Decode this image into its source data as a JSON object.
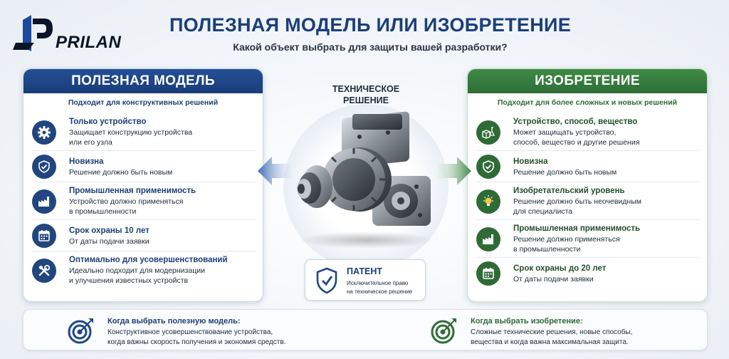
{
  "logo": {
    "word": "PRILAN",
    "brand_color": "#1b4a9c"
  },
  "header": {
    "title": "ПОЛЕЗНАЯ МОДЕЛЬ ИЛИ ИЗОБРЕТЕНИЕ",
    "subtitle": "Какой объект выбрать для защиты вашей разработки?"
  },
  "colors": {
    "blue": "#1f4787",
    "green": "#2f6e36"
  },
  "left_panel": {
    "title": "ПОЛЕЗНАЯ МОДЕЛЬ",
    "subtitle": "Подходит для конструктивных решений",
    "items": [
      {
        "icon": "gear-icon",
        "title": "Только устройство",
        "desc": [
          "Защищает конструкцию устройства",
          "или его узла"
        ]
      },
      {
        "icon": "shield-check-icon",
        "title": "Новизна",
        "desc": [
          "Решение должно быть новым"
        ]
      },
      {
        "icon": "factory-icon",
        "title": "Промышленная применимость",
        "desc": [
          "Устройство должно применяться",
          "в промышленности"
        ]
      },
      {
        "icon": "calendar-icon",
        "title": "Срок охраны 10 лет",
        "desc": [
          "От даты подачи заявки"
        ]
      },
      {
        "icon": "tools-icon",
        "title": "Оптимально для усовершенствований",
        "desc": [
          "Идеально подходит для модернизации",
          "и улучшения известных устройств"
        ]
      }
    ]
  },
  "right_panel": {
    "title": "ИЗОБРЕТЕНИЕ",
    "subtitle": "Подходит для более сложных и новых решений",
    "items": [
      {
        "icon": "flask-box-icon",
        "title": "Устройство, способ, вещество",
        "desc": [
          "Может защищать устройство,",
          "способ, вещество и другие решения"
        ]
      },
      {
        "icon": "check-circle-icon",
        "title": "Новизна",
        "desc": [
          "Решение должно быть новым"
        ]
      },
      {
        "icon": "lightbulb-icon",
        "title": "Изобретательский уровень",
        "desc": [
          "Решение должно быть неочевидным",
          "для специалиста"
        ]
      },
      {
        "icon": "factory-icon",
        "title": "Промышленная применимость",
        "desc": [
          "Решение должно применяться",
          "в промышленности"
        ]
      },
      {
        "icon": "calendar-icon",
        "title": "Срок охраны до 20 лет",
        "desc": [
          "От даты подачи заявки"
        ]
      }
    ]
  },
  "center": {
    "title_line1": "ТЕХНИЧЕСКОЕ",
    "title_line2": "РЕШЕНИЕ",
    "patent_title": "ПАТЕНТ",
    "patent_desc_line1": "Исключительное право",
    "patent_desc_line2": "на техническое решение"
  },
  "bottom": {
    "left": {
      "title": "Когда выбрать полезную модель:",
      "desc_line1": "Конструктивное усовершенствование устройства,",
      "desc_line2": "когда важны скорость получения и экономия средств."
    },
    "right": {
      "title": "Когда выбрать изобретение:",
      "desc_line1": "Сложные технические решения, новые способы,",
      "desc_line2": "вещества и когда важна максимальная защита."
    }
  }
}
